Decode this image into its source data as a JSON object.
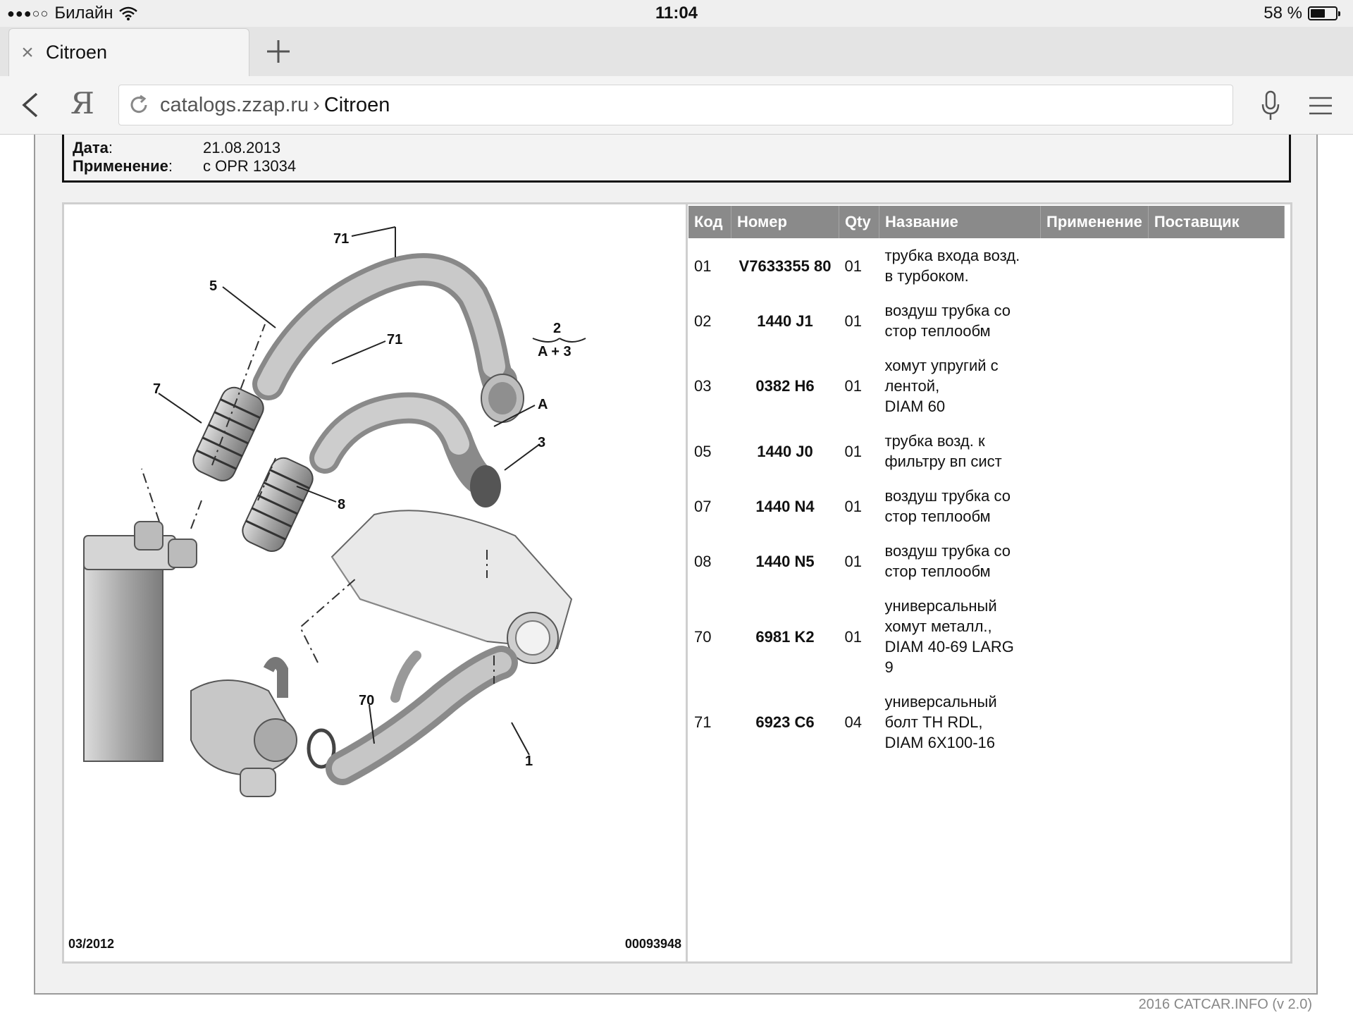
{
  "status_bar": {
    "carrier": "Билайн",
    "time": "11:04",
    "battery": "58 %",
    "battery_level": 0.58
  },
  "tab": {
    "title": "Citroen"
  },
  "toolbar": {
    "yandex_glyph": "Я",
    "url_host": "catalogs.zzap.ru",
    "url_separator": "›",
    "url_path": "Citroen"
  },
  "info": {
    "rows": [
      {
        "label": "Дата",
        "value": "21.08.2013"
      },
      {
        "label": "Применение",
        "value": "с OPR 13034"
      }
    ]
  },
  "diagram": {
    "date_code": "03/2012",
    "ref_number": "00093948",
    "callouts": {
      "c71a": "71",
      "c5": "5",
      "c71b": "71",
      "c2": "2",
      "cA3": "A + 3",
      "c7": "7",
      "cA": "A",
      "c3": "3",
      "c8": "8",
      "c70": "70",
      "c1": "1"
    }
  },
  "parts_table": {
    "columns": [
      "Код",
      "Номер",
      "Qty",
      "Название",
      "Применение",
      "Поставщик"
    ],
    "rows": [
      {
        "code": "01",
        "number": "V7633355 80",
        "qty": "01",
        "name": [
          "трубка входа возд.",
          "в турбоком."
        ]
      },
      {
        "code": "02",
        "number": "1440 J1",
        "qty": "01",
        "name": [
          "воздуш трубка со",
          "стор теплообм"
        ]
      },
      {
        "code": "03",
        "number": "0382 H6",
        "qty": "01",
        "name": [
          "хомут упругий с",
          "лентой,",
          "DIAM 60"
        ]
      },
      {
        "code": "05",
        "number": "1440 J0",
        "qty": "01",
        "name": [
          "трубка возд. к",
          "фильтру вп сист"
        ]
      },
      {
        "code": "07",
        "number": "1440 N4",
        "qty": "01",
        "name": [
          "воздуш трубка со",
          "стор теплообм"
        ]
      },
      {
        "code": "08",
        "number": "1440 N5",
        "qty": "01",
        "name": [
          "воздуш трубка со",
          "стор теплообм"
        ]
      },
      {
        "code": "70",
        "number": "6981 K2",
        "qty": "01",
        "name": [
          "универсальный",
          "хомут металл.,",
          "DIAM 40-69 LARG",
          "9"
        ]
      },
      {
        "code": "71",
        "number": "6923 C6",
        "qty": "04",
        "name": [
          "универсальный",
          "болт TH RDL,",
          "DIAM 6X100-16"
        ]
      }
    ]
  },
  "credit": "2016 CATCAR.INFO (v 2.0)",
  "icons": [
    "wifi-icon",
    "close-icon",
    "plus-icon",
    "back-icon",
    "reload-icon",
    "mic-icon",
    "menu-icon"
  ]
}
